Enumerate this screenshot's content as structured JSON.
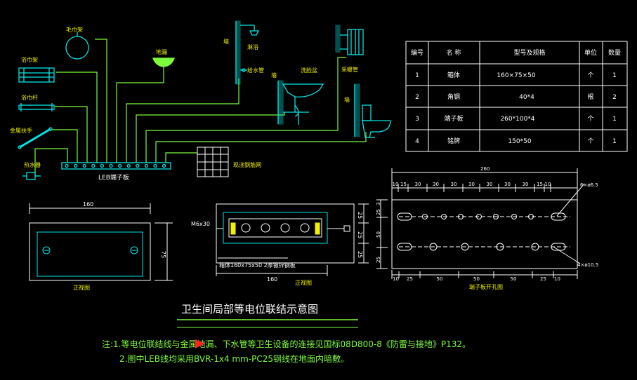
{
  "colors": {
    "background": "#000000",
    "wire": "#7CFC3C",
    "fixture": "#00E5E5",
    "table": "#FFFFFF",
    "text_white": "#FFFFFF",
    "text_yellow": "#F0F000",
    "note_green": "#7CFC3C",
    "marker_red": "#FF2020"
  },
  "fixtures": {
    "towel_ring": "毛巾架",
    "towel_rack": "浴巾架",
    "towel_bar": "浴巾杆",
    "grab_bar": "金属扶手",
    "water_heater": "热水器",
    "floor_drain": "地漏",
    "wall_shower": "墙",
    "shower": "淋浴",
    "supply_pipe": "给水管",
    "wall_basin": "墙",
    "basin": "洗脸盆",
    "radiator": "采暖管",
    "wall_toilet": "墙",
    "floor_mesh": "现浇钢筋网",
    "terminal_board": "LEB端子板"
  },
  "table": {
    "headers": [
      "编号",
      "名 称",
      "型号及规格",
      "单位",
      "数量"
    ],
    "rows": [
      [
        "1",
        "箱体",
        "160×75×50",
        "个",
        "1"
      ],
      [
        "2",
        "角钢",
        "40*4",
        "根",
        "2"
      ],
      [
        "3",
        "端子板",
        "260*100*4",
        "个",
        "1"
      ],
      [
        "4",
        "铭牌",
        "150*50",
        "个",
        "1"
      ]
    ]
  },
  "front_view": {
    "width_dim": "160",
    "height_dim": "75",
    "caption": "正视图"
  },
  "side_view": {
    "bolt_label": "M6x30",
    "box_label": "箱体160x75x50 2厚镀锌钢板",
    "width_dim": "160",
    "right_dims": [
      "25",
      "25",
      "25"
    ],
    "caption": "正视图"
  },
  "terminal_plate": {
    "total_dim": "260",
    "top_dims": [
      "10",
      "15",
      "30",
      "30",
      "30",
      "30",
      "30",
      "30",
      "30",
      "15",
      "10"
    ],
    "left_dims": [
      "3",
      "25",
      "50",
      "25"
    ],
    "bottom_dims": [
      "10",
      "25",
      "50",
      "50",
      "50",
      "25",
      "10"
    ],
    "hole_note_top": "6×ø6.5",
    "hole_note_bottom": "4×ø10.5",
    "caption": "端子板开孔图"
  },
  "diagram_title": "卫生间局部等电位联结示意图",
  "notes": {
    "line1": "注:1.等电位联结线与金属地漏、下水管等卫生设备的连接见国标08D800-8《防雷与接地》P132。",
    "line2": "2.图中LEB线均采用BVR-1x4 mm-PC25钢线在地面内暗敷。"
  }
}
